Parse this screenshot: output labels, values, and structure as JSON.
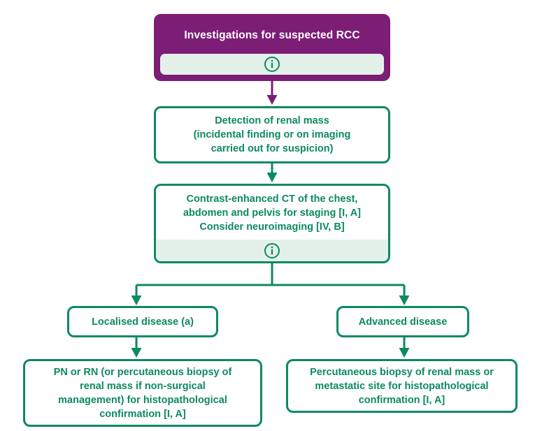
{
  "figure": {
    "type": "clinical-algorithm-flowchart",
    "colors": {
      "purple": "#7C1D76",
      "green": "#0D8A5F",
      "info_strip_bg": "#E4F0EA",
      "box_bg": "#FFFFFF",
      "page_bg": "#FFFFFF"
    }
  },
  "header": {
    "title": "Investigations for suspected RCC",
    "info_icon": "info-icon"
  },
  "nodes": {
    "detection": {
      "label": "Detection of renal mass\n(incidental finding or on imaging\ncarried out for suspicion)"
    },
    "staging": {
      "label": "Contrast-enhanced CT of the chest,\nabdomen and pelvis for staging [I, A]\nConsider neuroimaging [IV, B]",
      "info_icon": "info-icon"
    },
    "localised": {
      "label": "Localised disease (a)"
    },
    "advanced": {
      "label": "Advanced disease"
    },
    "localised_management": {
      "label": "PN or RN (or percutaneous biopsy of\nrenal mass if non-surgical\nmanagement) for histopathological\nconfirmation [I, A]"
    },
    "advanced_management": {
      "label": "Percutaneous biopsy of renal mass or\nmetastatic site for histopathological\nconfirmation [I, A]"
    }
  },
  "connectors": [
    {
      "name": "header-to-detection",
      "color": "#7C1D76"
    },
    {
      "name": "detection-to-staging",
      "color": "#0D8A5F"
    },
    {
      "name": "staging-to-localised",
      "color": "#0D8A5F"
    },
    {
      "name": "staging-to-advanced",
      "color": "#0D8A5F"
    },
    {
      "name": "localised-to-management",
      "color": "#0D8A5F"
    },
    {
      "name": "advanced-to-management",
      "color": "#0D8A5F"
    }
  ]
}
